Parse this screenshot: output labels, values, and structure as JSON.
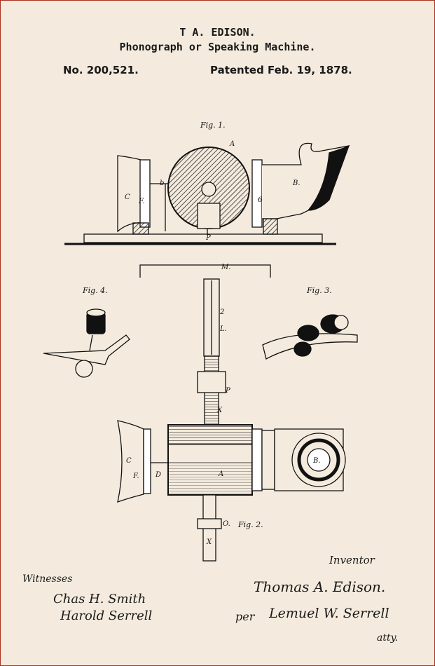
{
  "header": {
    "inventor_name": "T A. EDISON.",
    "title": "Phonograph or Speaking Machine.",
    "patent_number": "No. 200,521.",
    "patent_date": "Patented Feb. 19, 1878."
  },
  "figures": {
    "fig1": "Fig. 1.",
    "fig2": "Fig. 2.",
    "fig3": "Fig. 3.",
    "fig4": "Fig. 4."
  },
  "part_labels": {
    "A": "A",
    "B": "B.",
    "C": "C",
    "F": "F.",
    "P": "P",
    "M": "M.",
    "L": "L.",
    "X": "X",
    "D": "D",
    "O": "O.",
    "b": "b",
    "six": "6",
    "two": "2"
  },
  "signatures": {
    "witnesses_label": "Witnesses",
    "witness1": "Chas H. Smith",
    "witness2": "Harold Serrell",
    "inventor_label": "Inventor",
    "inventor": "Thomas A. Edison.",
    "per": "per",
    "attorney": "Lemuel W. Serrell",
    "atty": "atty."
  },
  "colors": {
    "paper": "#f4ebde",
    "ink": "#1a1a1a",
    "border": "#a8321e"
  }
}
